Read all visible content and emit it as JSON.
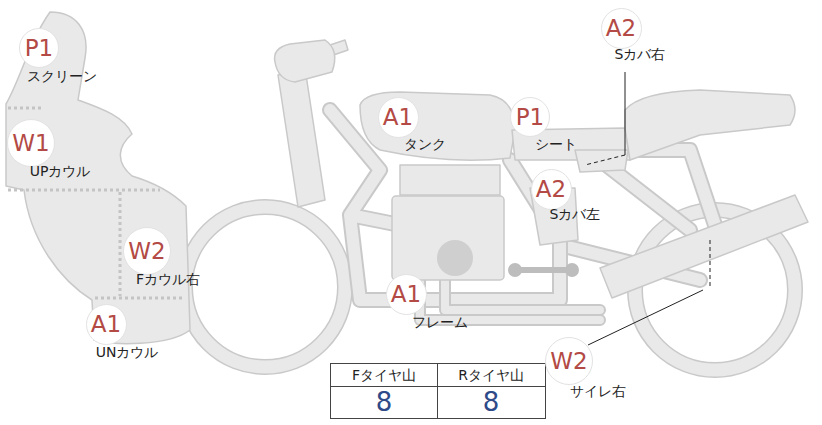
{
  "diagram": {
    "nodes": [
      {
        "text": [
          "P1",
          "スクリーン"
        ]
      },
      {
        "text": [
          "A2",
          "Sカバ右"
        ]
      },
      {
        "text": [
          "A1",
          "タンク"
        ]
      },
      {
        "text": [
          "P1",
          "シート"
        ]
      },
      {
        "text": [
          "W1",
          "UPカウル"
        ]
      },
      {
        "text": [
          "A2",
          "Sカバ左"
        ]
      },
      {
        "text": [
          "W2",
          "Fカウル右"
        ]
      },
      {
        "text": [
          "A1",
          "フレーム"
        ]
      },
      {
        "text": [
          "A1",
          "UNカウル"
        ]
      },
      {
        "text": [
          "W2",
          "サイレ右"
        ]
      }
    ],
    "labels": [
      "Fタイヤ山",
      "Rタイヤ山",
      "8",
      "8"
    ]
  }
}
